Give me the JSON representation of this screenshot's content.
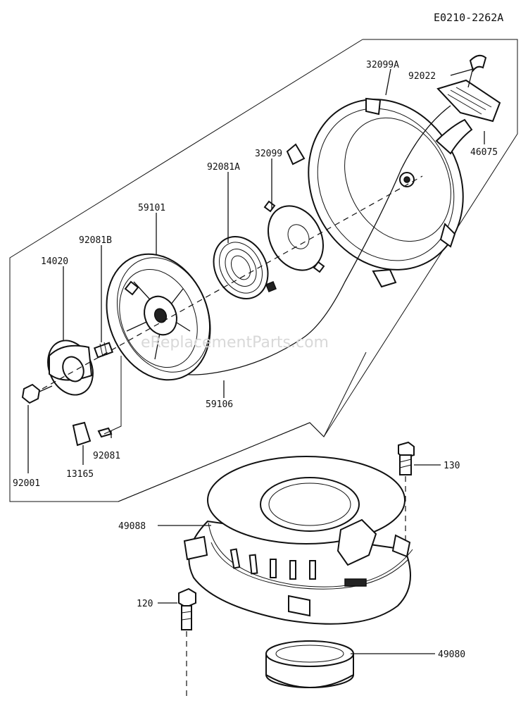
{
  "diagram_code": "E0210-2262A",
  "watermark": "eReplacementParts.com",
  "parts": {
    "p32099A": "32099A",
    "p92022": "92022",
    "p46075": "46075",
    "p32099": "32099",
    "p92081A": "92081A",
    "p59101": "59101",
    "p92081B": "92081B",
    "p14020": "14020",
    "p59106": "59106",
    "p92081": "92081",
    "p13165": "13165",
    "p92001": "92001",
    "p130": "130",
    "p49088": "49088",
    "p120": "120",
    "p49080": "49080"
  }
}
